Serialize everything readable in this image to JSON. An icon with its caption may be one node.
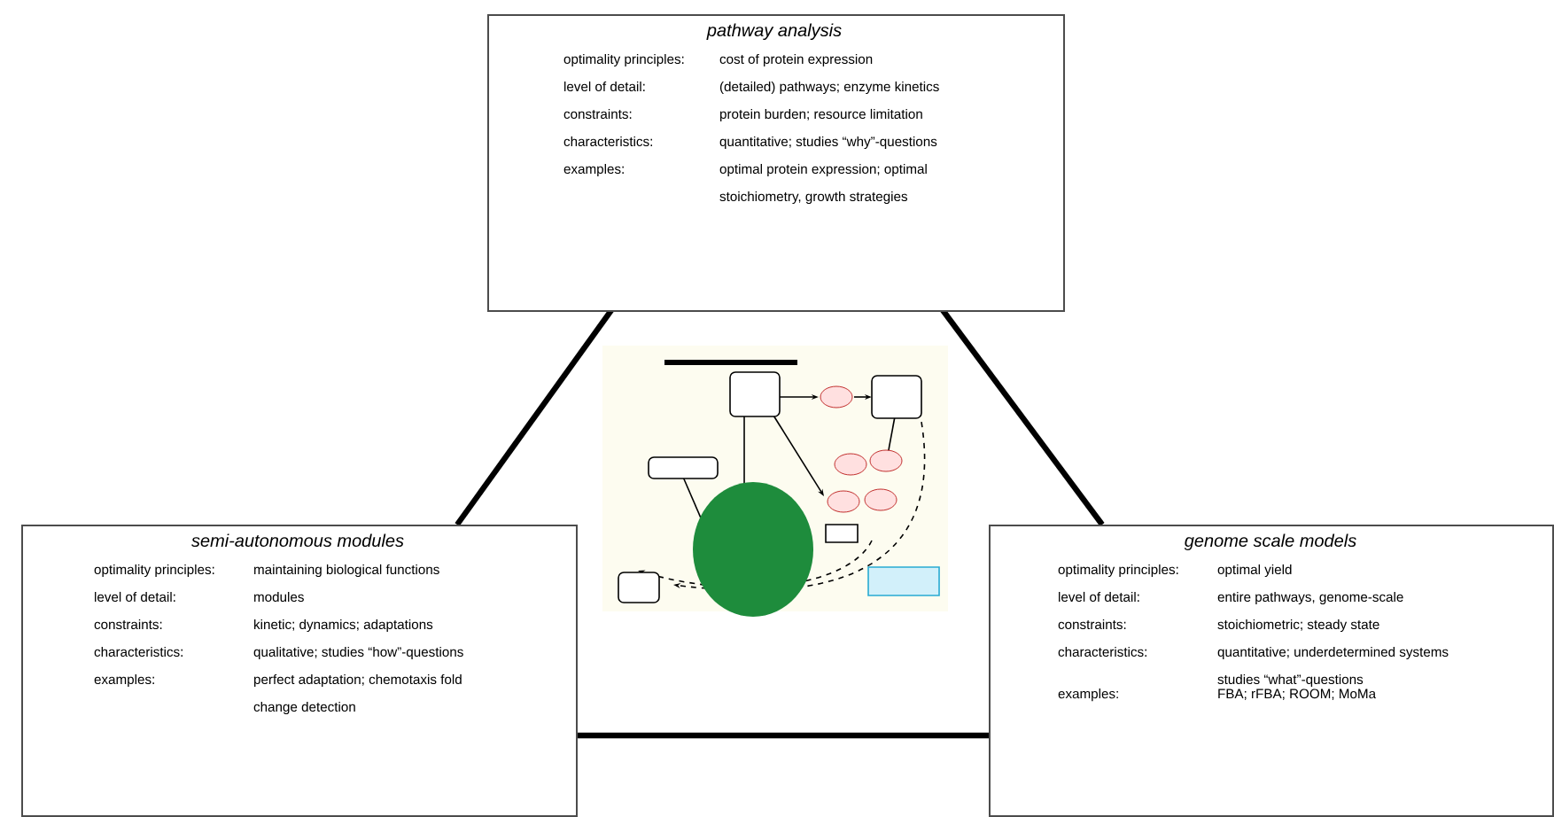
{
  "diagram": {
    "nodes": [
      {
        "text": [
          "pathway analysis",
          "optimality principles:",
          "cost of protein expression",
          "level of detail:",
          "(detailed) pathways; enzyme kinetics",
          "constraints:",
          "protein burden; resource limitation",
          "characteristics:",
          "quantitative; studies “why”-questions",
          "examples:",
          "optimal protein expression; optimal stoichiometry, growth strategies"
        ]
      },
      {
        "text": [
          "semi-autonomous modules",
          "optimality principles:",
          "maintaining biological functions",
          "level of detail:",
          "modules",
          "constraints:",
          "kinetic; dynamics; adaptations",
          "characteristics:",
          "qualitative; studies “how”-questions",
          "examples:",
          "perfect adaptation; chemotaxis fold change detection"
        ]
      },
      {
        "text": [
          "genome scale models",
          "optimality principles:",
          "optimal yield",
          "level of detail:",
          "entire pathways, genome-scale",
          "constraints:",
          "stoichiometric; steady state",
          "characteristics:",
          "quantitative; underdetermined systems studies “what”-questions",
          "examples:",
          "FBA; rFBA; ROOM; MoMa"
        ]
      }
    ],
    "edges": [
      {
        "from": 0,
        "to": 1,
        "arrow": "none"
      },
      {
        "from": 0,
        "to": 2,
        "arrow": "none"
      },
      {
        "from": 1,
        "to": 2,
        "arrow": "none"
      }
    ]
  }
}
